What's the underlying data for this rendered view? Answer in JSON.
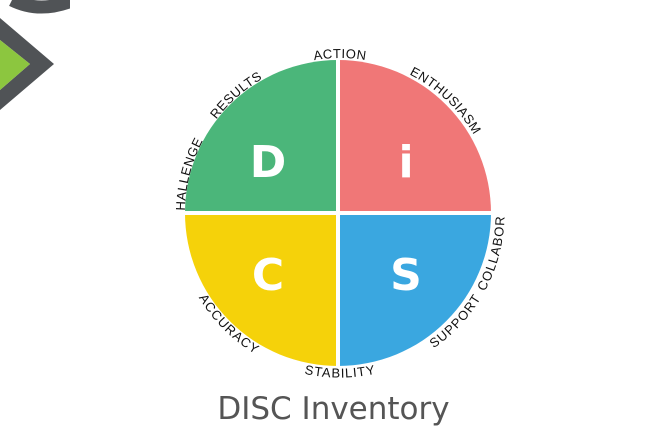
{
  "caption": "DISC Inventory",
  "quadrants": [
    {
      "id": "d",
      "letter": "D",
      "color": "#4bb67a"
    },
    {
      "id": "i",
      "letter": "i",
      "color": "#f07777"
    },
    {
      "id": "c",
      "letter": "C",
      "color": "#f5d20a"
    },
    {
      "id": "s",
      "letter": "S",
      "color": "#3aa7e0"
    }
  ],
  "ring_labels": {
    "action": "ACTION",
    "enthusiasm": "ENTHUSIASM",
    "collaboration": "COLLABORATION",
    "support": "SUPPORT",
    "stability": "STABILITY",
    "accuracy": "ACCURACY",
    "challenge": "CHALLENGE",
    "results": "RESULTS"
  },
  "corner_colors": {
    "dark": "#505356",
    "green": "#8cc63f"
  }
}
